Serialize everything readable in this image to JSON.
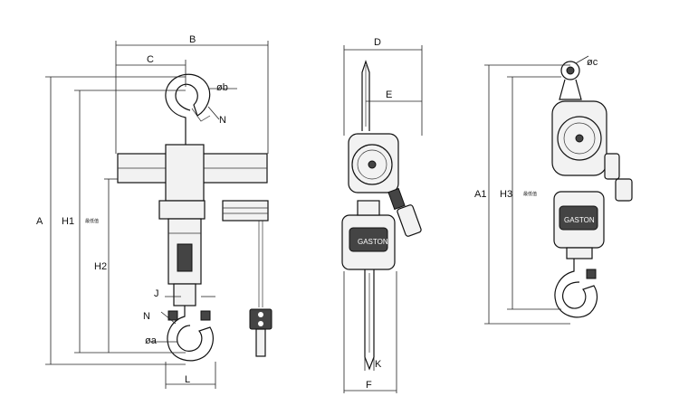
{
  "labels": {
    "A": "A",
    "B": "B",
    "C": "C",
    "D": "D",
    "E": "E",
    "F": "F",
    "H1": "H1",
    "H2": "H2",
    "H3": "H3",
    "A1": "A1",
    "J": "J",
    "K": "K",
    "L": "L",
    "N_top": "N",
    "N_hook": "N",
    "phi_b": "øb",
    "phi_a": "øa",
    "phi_c": "øc",
    "brand_side": "GASTON",
    "brand_front": "GASTON",
    "min_note_1": "最低值",
    "min_note_2": "最低值"
  }
}
